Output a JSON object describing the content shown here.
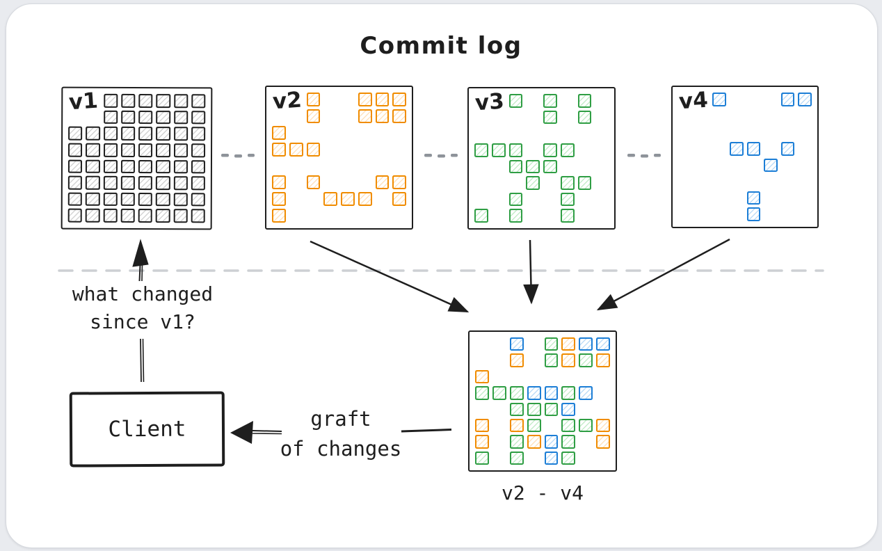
{
  "title": "Commit log",
  "colors": {
    "ink": "#1e1e1e",
    "orange": "#f08c00",
    "green": "#2f9e44",
    "blue": "#1c7ed6",
    "hatch_gray": "#d2d2d2",
    "hatch_orange": "#ffe2bd",
    "hatch_green": "#c5ecca",
    "hatch_blue": "#bddcf7",
    "dashed_line": "#cdd0d4",
    "dots": "#8e939a"
  },
  "commit_grids": [
    {
      "id": "v1",
      "label": "v1",
      "color": "black",
      "rows": [
        "..######",
        "..######",
        "########",
        "########",
        "########",
        "########",
        "########",
        "########"
      ]
    },
    {
      "id": "v2",
      "label": "v2",
      "color": "orange",
      "rows": [
        "..#..###",
        "..#..###",
        "#.......",
        "###.....",
        "........",
        "#.#...##",
        "#..###.#",
        "#......."
      ]
    },
    {
      "id": "v3",
      "label": "v3",
      "color": "green",
      "rows": [
        "..#.#.#.",
        "....#.#.",
        "........",
        "###.##..",
        "..###...",
        "...#.##.",
        "..#..#..",
        "#.#..#.."
      ]
    },
    {
      "id": "v4",
      "label": "v4",
      "color": "blue",
      "rows": [
        "..#...##",
        "........",
        "........",
        "...##.#.",
        ".....#..",
        "........",
        "....#...",
        "....#..."
      ]
    }
  ],
  "merged_grid": {
    "label": "v2 - v4",
    "rows": [
      "..b.gobb",
      "..o.gogo",
      "o.......",
      "gggbbgb.",
      "..gggb..",
      "o.og.ggo",
      "o.gobg.o",
      "g.g.bg.."
    ]
  },
  "annotations": {
    "question_line1": "what changed",
    "question_line2": "since v1?",
    "client": "Client",
    "graft_line1": "graft",
    "graft_line2": "of changes"
  }
}
